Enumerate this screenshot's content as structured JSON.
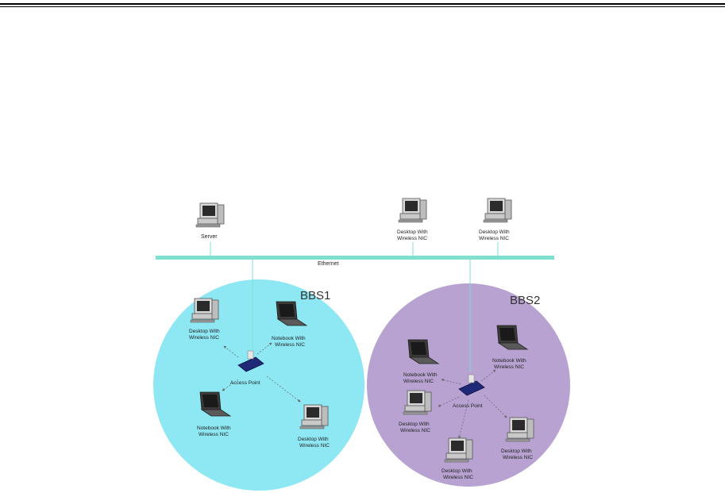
{
  "colors": {
    "bbs1_fill": "#8de8f4",
    "bbs2_fill": "#b7a2d2",
    "ethernet": "#7fe0cf",
    "access_point": "#1e2a78"
  },
  "network": {
    "ethernet_label": "Ethernet",
    "server_label": "Server",
    "top_desktops": [
      {
        "line1": "Desktop With",
        "line2": "Wireless NIC"
      },
      {
        "line1": "Desktop With",
        "line2": "Wireless NIC"
      }
    ]
  },
  "bbs1": {
    "title": "BBS1",
    "access_point": "Access Point",
    "desktop_top": {
      "line1": "Desktop With",
      "line2": "Wireless NIC"
    },
    "notebook_top": {
      "line1": "Notebook With",
      "line2": "Wireless NIC"
    },
    "notebook_bottom": {
      "line1": "Notebook With",
      "line2": "Wireless NIC"
    },
    "desktop_bottom": {
      "line1": "Desktop With",
      "line2": "Wireless NIC"
    }
  },
  "bbs2": {
    "title": "BBS2",
    "access_point": "Access Point",
    "notebook_left": {
      "line1": "Notebook With",
      "line2": "Wireless NIC"
    },
    "notebook_right": {
      "line1": "Notebook With",
      "line2": "Wireless NIC"
    },
    "desktop_left": {
      "line1": "Desktop With",
      "line2": "Wireless NIC"
    },
    "desktop_bottom": {
      "line1": "Desktop With",
      "line2": "Wireless NIC"
    },
    "desktop_right": {
      "line1": "Desktop With",
      "line2": "Wireless NIC"
    }
  }
}
